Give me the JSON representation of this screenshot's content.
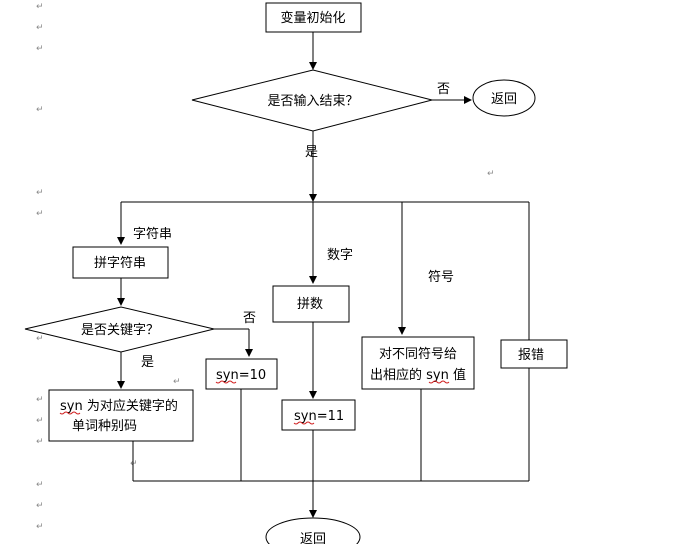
{
  "flowchart": {
    "nodes": {
      "init": "变量初始化",
      "check_end": "是否输入结束？",
      "return_top": "返回",
      "concat_string": "拼字符串",
      "check_keyword": "是否关键字？",
      "keyword_code_line1": "syn 为对应关键字的",
      "keyword_code_line2": "单词种别码",
      "syn_10": "syn=10",
      "concat_number": "拼数",
      "syn_11": "syn=11",
      "symbol_line1": "对不同符号给",
      "symbol_line2": "出相应的 syn 值",
      "report_error": "报错",
      "return_bottom": "返回"
    },
    "edge_labels": {
      "no_top": "否",
      "yes_top": "是",
      "string": "字符串",
      "digit": "数字",
      "symbol": "符号",
      "no_keyword": "否",
      "yes_keyword": "是"
    },
    "paragraph_mark": "↵"
  }
}
